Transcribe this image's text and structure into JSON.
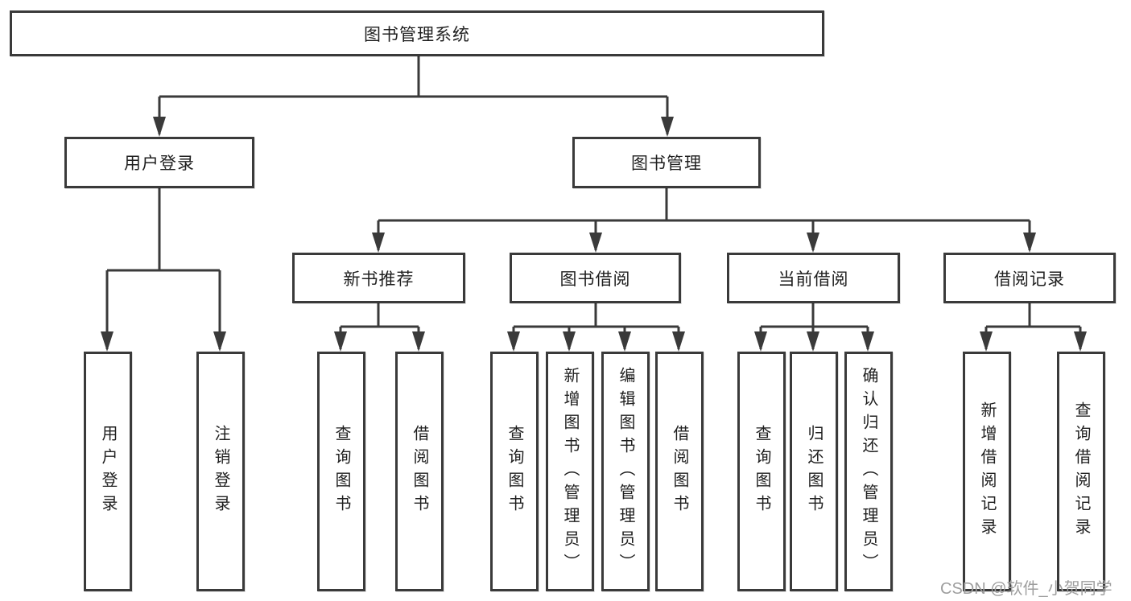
{
  "diagram_type": "hierarchy-tree",
  "tree": {
    "label": "图书管理系统",
    "children": [
      {
        "label": "用户登录",
        "children": [
          {
            "label": "用户登录"
          },
          {
            "label": "注销登录"
          }
        ]
      },
      {
        "label": "图书管理",
        "children": [
          {
            "label": "新书推荐",
            "children": [
              {
                "label": "查询图书"
              },
              {
                "label": "借阅图书"
              }
            ]
          },
          {
            "label": "图书借阅",
            "children": [
              {
                "label": "查询图书"
              },
              {
                "label": "新增图书（管理员）"
              },
              {
                "label": "编辑图书（管理员）"
              },
              {
                "label": "借阅图书"
              }
            ]
          },
          {
            "label": "当前借阅",
            "children": [
              {
                "label": "查询图书"
              },
              {
                "label": "归还图书"
              },
              {
                "label": "确认归还（管理员）"
              }
            ]
          },
          {
            "label": "借阅记录",
            "children": [
              {
                "label": "新增借阅记录"
              },
              {
                "label": "查询借阅记录"
              }
            ]
          }
        ]
      }
    ]
  },
  "watermark": {
    "text": "CSDN @软件_小贺同学"
  },
  "colors": {
    "line": "#3a3a3a",
    "text": "#1f1f1f",
    "watermark": "#9e9e9e",
    "background": "#ffffff"
  }
}
